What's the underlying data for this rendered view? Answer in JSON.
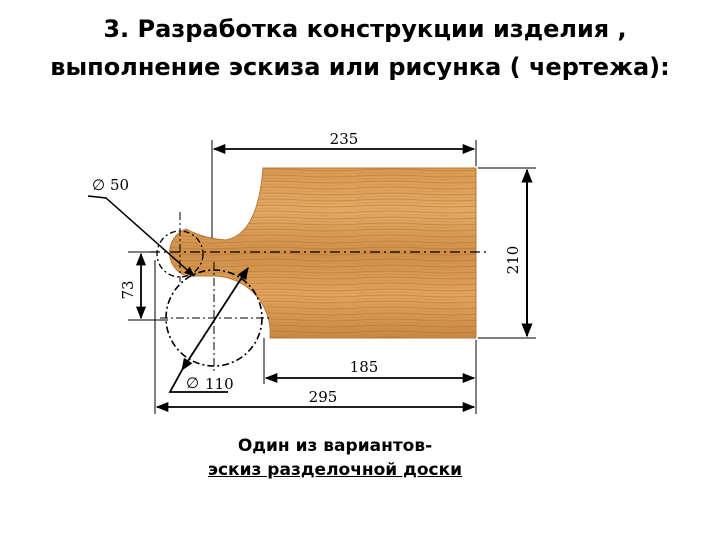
{
  "title": {
    "line1": "3. Разработка конструкции изделия ,",
    "line2": "выполнение эскиза или  рисунка ( чертежа):"
  },
  "drawing": {
    "dimensions": {
      "top_width": "235",
      "height": "210",
      "left_height": "73",
      "small_diameter": "50",
      "large_diameter": "110",
      "bottom_inner": "185",
      "bottom_total": "295",
      "diameter_symbol": "∅"
    },
    "colors": {
      "wood_light": "#e0a45c",
      "wood_mid": "#c98a42",
      "wood_dark": "#a8652a",
      "line": "#000000"
    }
  },
  "caption": {
    "line1": "Один из вариантов-",
    "line2": "эскиз разделочной доски"
  }
}
